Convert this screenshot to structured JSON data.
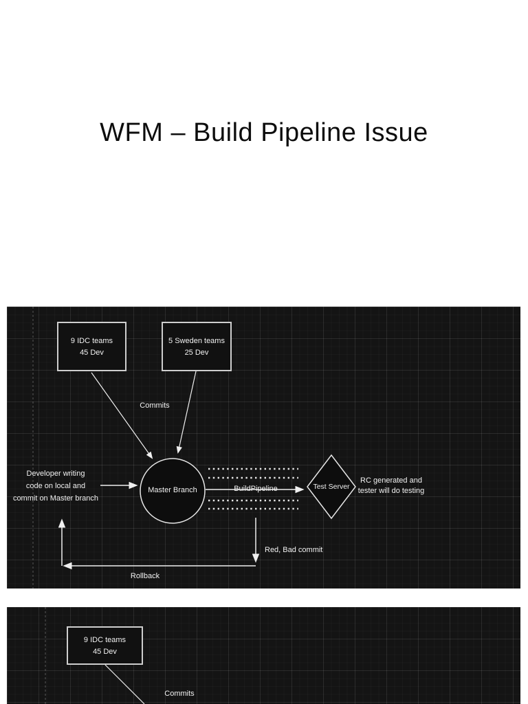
{
  "slide": {
    "title": "WFM – Build Pipeline Issue"
  },
  "colors": {
    "page_bg": "#ffffff",
    "panel_bg": "#141414",
    "box_border": "#cfcfcf",
    "shape_stroke": "#e6e6e6",
    "line": "#f0f0f0",
    "text": "#f2f2f2",
    "title_text": "#0d0d0d"
  },
  "panel1": {
    "boxes": [
      {
        "line1": "9 IDC teams",
        "line2": "45 Dev"
      },
      {
        "line1": "5 Sweden teams",
        "line2": "25 Dev"
      }
    ],
    "circle_label": "Master Branch",
    "diamond_label": "Test Server",
    "labels": {
      "commits": "Commits",
      "build_pipeline": "BuildPipeline",
      "red_bad_commit": "Red, Bad commit",
      "rollback": "Rollback",
      "developer_note_line1": "Developer writing",
      "developer_note_line2": "code on local and",
      "developer_note_line3": "commit on Master branch",
      "rc_note_line1": "RC generated and",
      "rc_note_line2": "tester will do testing"
    }
  },
  "panel2": {
    "box": {
      "line1": "9 IDC teams",
      "line2": "45 Dev"
    },
    "labels": {
      "commits": "Commits"
    }
  }
}
